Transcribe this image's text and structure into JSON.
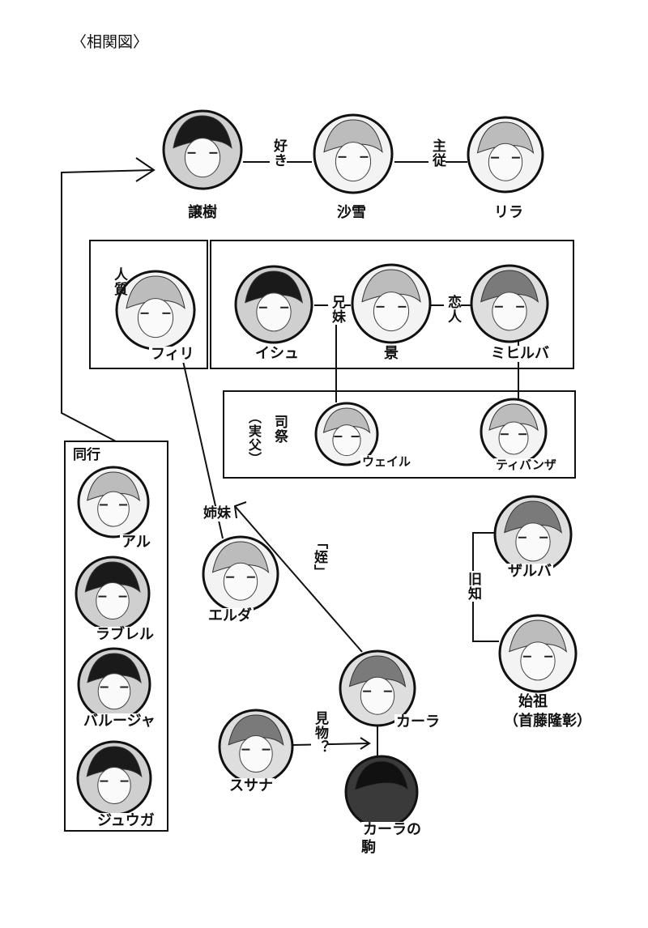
{
  "title": "〈相関図〉",
  "characters": {
    "yuki": "譲樹",
    "sayuki": "沙雪",
    "rira": "リラ",
    "firi": "フィリ",
    "ishu": "イシュ",
    "kei": "景",
    "mihiruba": "ミヒルバ",
    "weiru": "ウェイル",
    "tivanza": "ティバンザ",
    "aru": "アル",
    "rabururu": "ラブレル",
    "baruja": "バルージャ",
    "juuga": "ジュウガ",
    "eruda": "エルダ",
    "zaruba": "ザルバ",
    "shiso": "始祖",
    "shiso_sub": "（首藤隆彰）",
    "kara": "カーラ",
    "susana": "スサナ",
    "kara_koma_1": "カーラの",
    "kara_koma_2": "駒"
  },
  "relations": {
    "suki": "好き",
    "shuju": "主従",
    "hitojichi": "人質",
    "kyoudai": "兄妹",
    "koibito": "恋人",
    "shisai": "司祭",
    "jippu": "（実父）",
    "dougyou": "同行",
    "shimai": "姉妹",
    "mei": "「姪」",
    "kyuuchi": "旧知",
    "kenbutsu": "見物？"
  }
}
